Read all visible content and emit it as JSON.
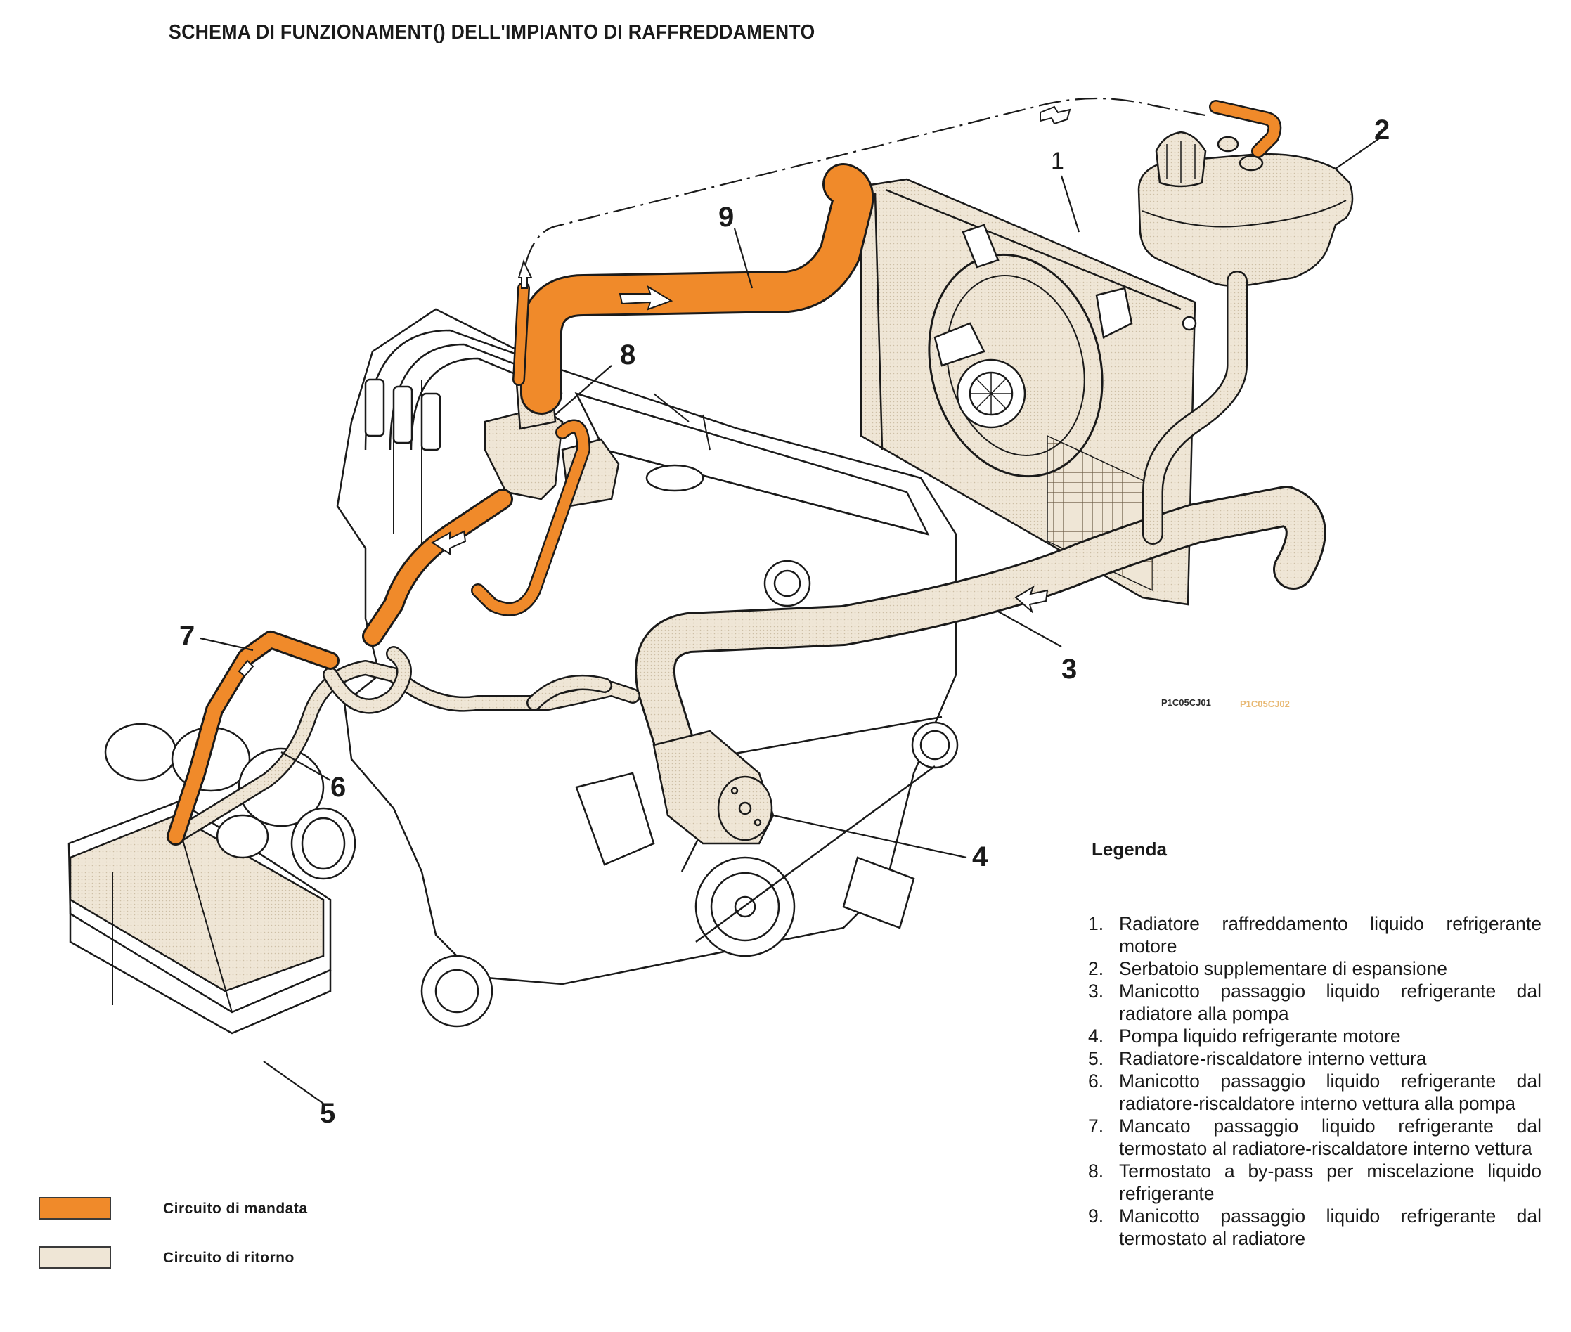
{
  "title": "SCHEMA DI FUNZIONAMENT() DELL'IMPIANTO DI RAFFREDDAMENTO",
  "colors": {
    "supply_circuit": "#f08a2a",
    "return_circuit": "#efe6d6",
    "outline": "#1a1a1a",
    "code_secondary": "#e8b872"
  },
  "callouts": [
    "1",
    "2",
    "3",
    "4",
    "5",
    "6",
    "7",
    "8",
    "9"
  ],
  "figure_codes": {
    "primary": "P1C05CJ01",
    "secondary": "P1C05CJ02"
  },
  "legend": {
    "title": "Legenda",
    "items": [
      {
        "num": "1.",
        "text": "Radiatore raffreddamento liquido refrigerante motore"
      },
      {
        "num": "2.",
        "text": "Serbatoio supplementare di espansione"
      },
      {
        "num": "3.",
        "text": "Manicotto passaggio liquido refrigerante dal radiatore alla pompa"
      },
      {
        "num": "4.",
        "text": "Pompa liquido refrigerante motore"
      },
      {
        "num": "5.",
        "text": "Radiatore-riscaldatore interno vettura"
      },
      {
        "num": "6.",
        "text": "Manicotto passaggio liquido refrigerante dal radiatore-riscaldatore interno vettura alla pompa"
      },
      {
        "num": "7.",
        "text": "Mancato passaggio liquido refrigerante dal termostato al radiatore-riscaldatore interno vettura"
      },
      {
        "num": "8.",
        "text": "Termostato a by-pass per miscelazione liquido refrigerante"
      },
      {
        "num": "9.",
        "text": "Manicotto passaggio liquido refrigerante dal termostato al radiatore"
      }
    ]
  },
  "key": {
    "supply": "Circuito di mandata",
    "return": "Circuito di ritorno"
  }
}
